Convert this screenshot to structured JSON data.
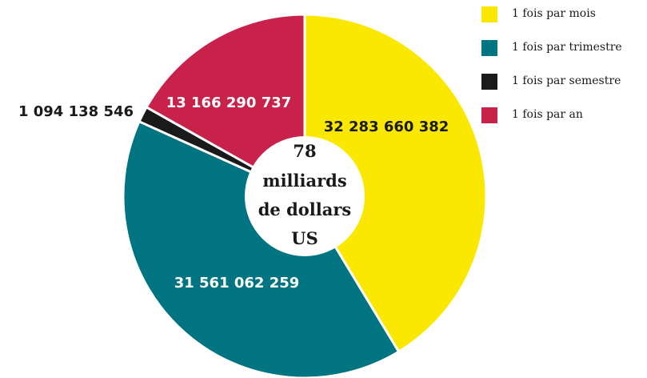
{
  "chart_data": {
    "type": "pie",
    "categories": [
      "1 fois par mois",
      "1 fois par trimestre",
      "1 fois par semestre",
      "1 fois par an"
    ],
    "values": [
      32283660382,
      31561062259,
      1094138546,
      13166290737
    ],
    "value_labels": [
      "32 283 660 382",
      "31 561 062 259",
      "1 094 138 546",
      "13 166 290 737"
    ],
    "colors": [
      "#fbe800",
      "#007480",
      "#1a1a1a",
      "#c8214a"
    ],
    "center_text": [
      "78",
      "milliards",
      "de dollars",
      "US"
    ],
    "legend_position": "top-right"
  }
}
